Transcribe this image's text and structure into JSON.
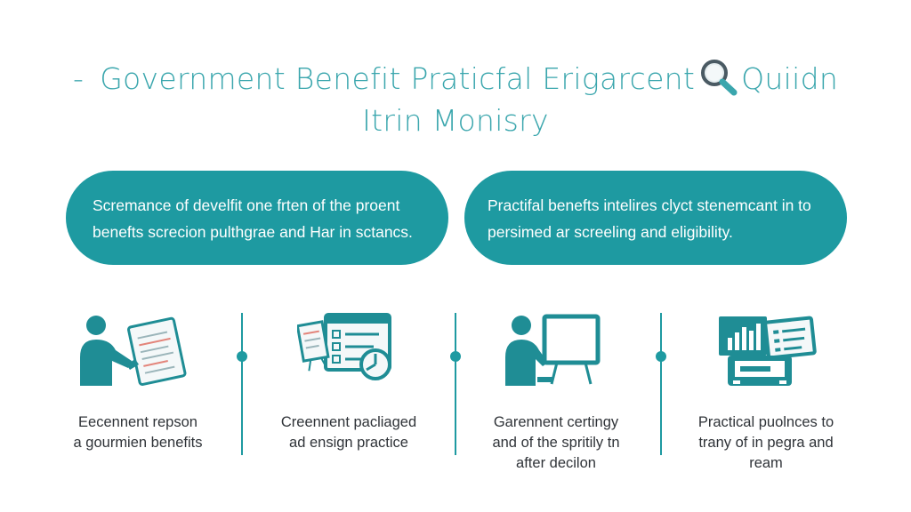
{
  "title": {
    "prefix": "-",
    "line1_a": "Government Benefit Praticfal Erigarcent",
    "line1_b": "Quiidn",
    "line2": "Itrin Monisry",
    "accent_color": "#3aa6ad",
    "title_icon": "magnifier-icon"
  },
  "pills": [
    {
      "lines": [
        "Scremance of develfit one frten of the proent",
        "benefts screcion pulthgrae and Har in sctancs."
      ]
    },
    {
      "lines": [
        "Practifal benefts intelires clyct stenemcant in to",
        "persimed ar screeling and eligibility."
      ]
    }
  ],
  "steps": [
    {
      "icon": "person-document-icon",
      "lines": [
        "Eecennent repson",
        "a gourmien benefits"
      ]
    },
    {
      "icon": "checklist-chart-icon",
      "lines": [
        "Creennent pacliaged",
        "ad ensign practice"
      ]
    },
    {
      "icon": "person-whiteboard-icon",
      "lines": [
        "Garennent certingy",
        "and of the spritily tn",
        "after decilon"
      ]
    },
    {
      "icon": "dashboard-monitor-icon",
      "lines": [
        "Practical puolnces to",
        "trany of in pegra and",
        "ream"
      ]
    }
  ],
  "colors": {
    "teal": "#1e9aa1",
    "teal_light": "#3aa6ad",
    "text": "#2f3338"
  }
}
